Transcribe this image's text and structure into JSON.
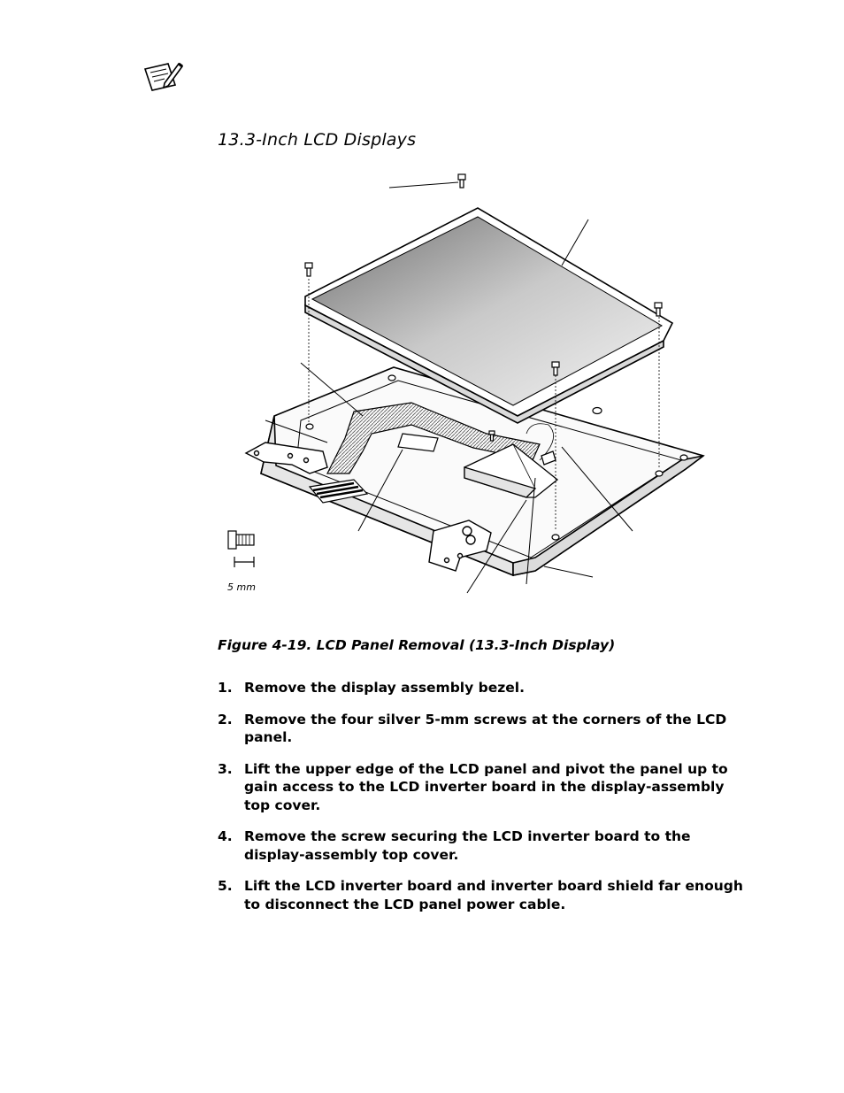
{
  "icons": {
    "note": "note-pencil-icon"
  },
  "heading": "13.3-Inch LCD Displays",
  "figure": {
    "scale_label": "5 mm",
    "caption": "Figure 4-19.  LCD Panel Removal (13.3-Inch Display)"
  },
  "steps": [
    {
      "number": "1.",
      "text": "Remove the display assembly bezel."
    },
    {
      "number": "2.",
      "text": "Remove the four silver 5-mm screws at the corners of the LCD panel."
    },
    {
      "number": "3.",
      "text": "Lift the upper edge of the LCD panel and pivot the panel up to gain access to the LCD inverter board in the display-assembly top cover."
    },
    {
      "number": "4.",
      "text": "Remove the screw securing the LCD inverter board to the display-assembly top cover."
    },
    {
      "number": "5.",
      "text": "Lift the LCD inverter board and inverter board shield far enough to disconnect the LCD panel power cable."
    }
  ]
}
